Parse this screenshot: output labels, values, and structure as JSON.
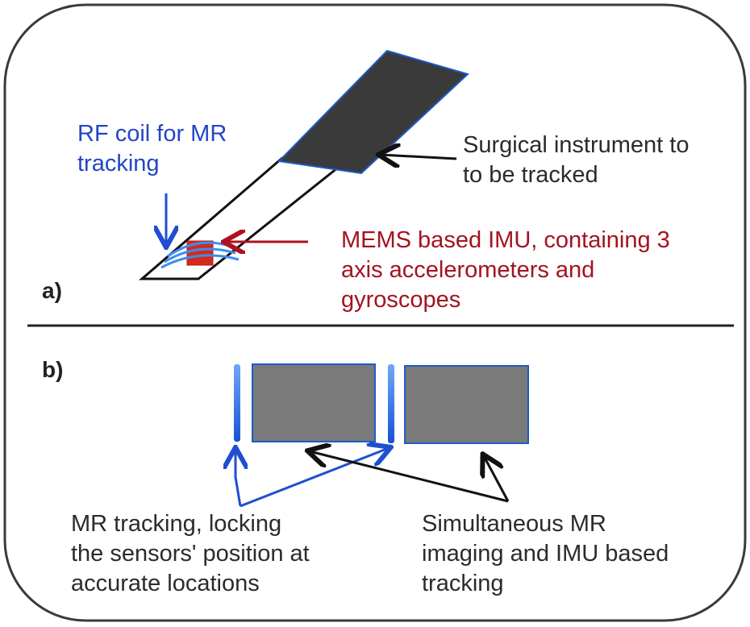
{
  "diagram": {
    "panel_a": {
      "label": "a)",
      "rf_coil_label": [
        "RF coil for MR",
        "tracking"
      ],
      "instrument_label": [
        "Surgical instrument to",
        "to be tracked"
      ],
      "imu_label": [
        "MEMS based IMU, containing 3",
        "axis accelerometers and",
        "gyroscopes"
      ]
    },
    "panel_b": {
      "label": "b)",
      "mr_tracking_label": [
        "MR tracking, locking",
        "the sensors' position at",
        "accurate locations"
      ],
      "simultaneous_label": [
        "Simultaneous MR",
        "imaging and IMU based",
        "tracking"
      ]
    },
    "colors": {
      "frame": "#3a3a3a",
      "instrument_fill": "#3a3a3a",
      "image_block_fill": "#7a7a7a",
      "coil_blue": "#2a6fe0",
      "imu_red": "#d42a1c",
      "text_blue": "#2346c4",
      "text_red": "#a3131f"
    }
  }
}
